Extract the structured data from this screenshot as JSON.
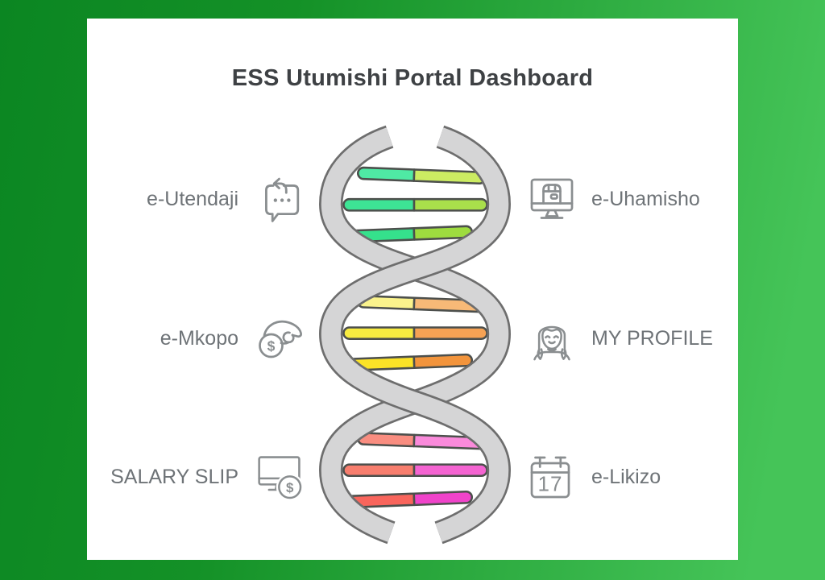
{
  "title": "ESS Utumishi Portal Dashboard",
  "calendar_day": "17",
  "dollar_sign": "$",
  "features": {
    "left": [
      {
        "label": "e-Utendaji",
        "icon": "chat-reply-icon"
      },
      {
        "label": "e-Mkopo",
        "icon": "hand-coin-icon"
      },
      {
        "label": "SALARY SLIP",
        "icon": "monitor-dollar-icon"
      }
    ],
    "right": [
      {
        "label": "e-Uhamisho",
        "icon": "monitor-package-icon"
      },
      {
        "label": "MY PROFILE",
        "icon": "woman-profile-icon"
      },
      {
        "label": "e-Likizo",
        "icon": "calendar-icon"
      }
    ]
  },
  "colors": {
    "background_left": "#0b8622",
    "background_right": "#45c458",
    "card": "#ffffff",
    "title_text": "#3e4144",
    "label_text": "#6e7377",
    "icon_stroke": "#8a8e90",
    "strand_fill": "#d5d5d6",
    "strand_stroke": "#6e6e6e",
    "bar_outline": "#4c4f4c"
  },
  "dna_bars": {
    "sections": [
      {
        "name": "green",
        "bars": [
          {
            "left": "#4fe9a4",
            "right": "#ccec62"
          },
          {
            "left": "#3de495",
            "right": "#a9df4b"
          },
          {
            "left": "#35e18c",
            "right": "#9edc3f"
          }
        ]
      },
      {
        "name": "yellow-orange",
        "bars": [
          {
            "left": "#faf38c",
            "right": "#f7b977"
          },
          {
            "left": "#f8ec40",
            "right": "#f6a254"
          },
          {
            "left": "#fbe327",
            "right": "#f2943c"
          }
        ]
      },
      {
        "name": "pink-magenta",
        "bars": [
          {
            "left": "#f98d80",
            "right": "#fa8adb"
          },
          {
            "left": "#f87e6e",
            "right": "#f564d2"
          },
          {
            "left": "#f9655c",
            "right": "#f043ca"
          }
        ]
      }
    ]
  }
}
